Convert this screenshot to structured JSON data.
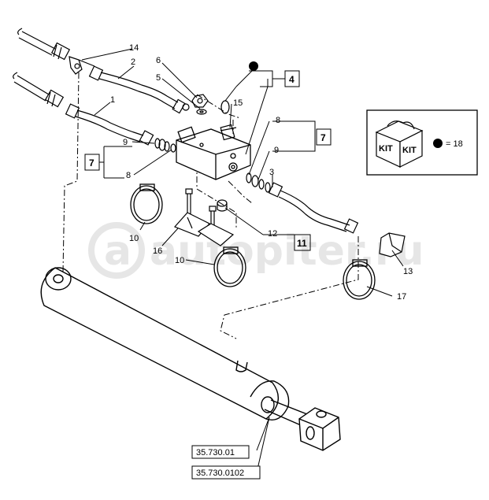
{
  "watermark": "autopiter.ru",
  "callouts": [
    "1",
    "2",
    "3",
    "5",
    "6",
    "8",
    "8",
    "9",
    "9",
    "10",
    "10",
    "12",
    "13",
    "14",
    "15",
    "16",
    "17"
  ],
  "boxed_refs": [
    "4",
    "7",
    "7",
    "11"
  ],
  "kit": {
    "label": "KIT",
    "equals": "= 18"
  },
  "references": [
    "35.730.01",
    "35.730.0102"
  ]
}
